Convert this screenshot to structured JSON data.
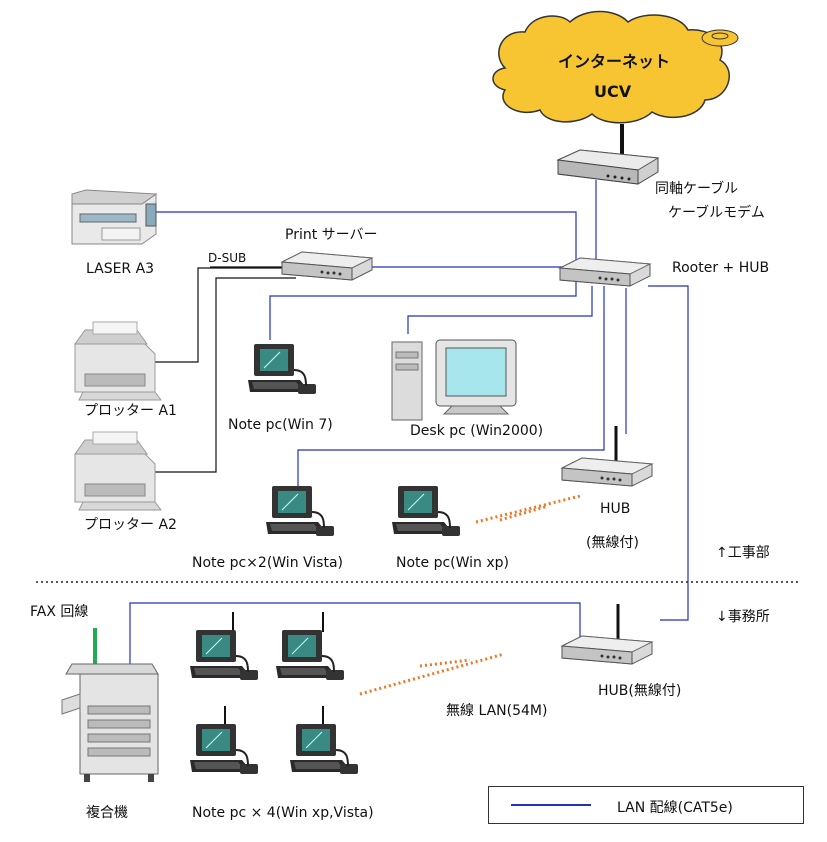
{
  "cloud": {
    "line1": "インターネット",
    "line2": "UCV"
  },
  "labels": {
    "modem_line1": "同軸ケーブル",
    "modem_line2": "ケーブルモデム",
    "router": "Rooter + HUB",
    "print_server": "Print サーバー",
    "dsub": "D-SUB",
    "laser": "LASER A3",
    "plotter_a1": "プロッター A1",
    "plotter_a2": "プロッター A2",
    "note_win7": "Note pc(Win 7)",
    "desk_pc": "Desk pc (Win2000)",
    "hub_wireless_1": "HUB",
    "hub_wireless_2": "(無線付)",
    "note_vista": "Note pc×2(Win Vista)",
    "note_xp": "Note pc(Win xp)",
    "koujibu": "↑工事部",
    "jimusho": "↓事務所",
    "fax": "FAX 回線",
    "hub_office": "HUB(無線付)",
    "wireless_lan": "無線 LAN(54M)",
    "mfp": "複合機",
    "note_x4": "Note pc × 4(Win xp,Vista)"
  },
  "legend": {
    "label": "LAN 配線(CAT5e)"
  },
  "colors": {
    "lan": "#2233bb",
    "wireless": "#ee7722",
    "cloud": "#f7c531",
    "fax": "#22aa55"
  }
}
